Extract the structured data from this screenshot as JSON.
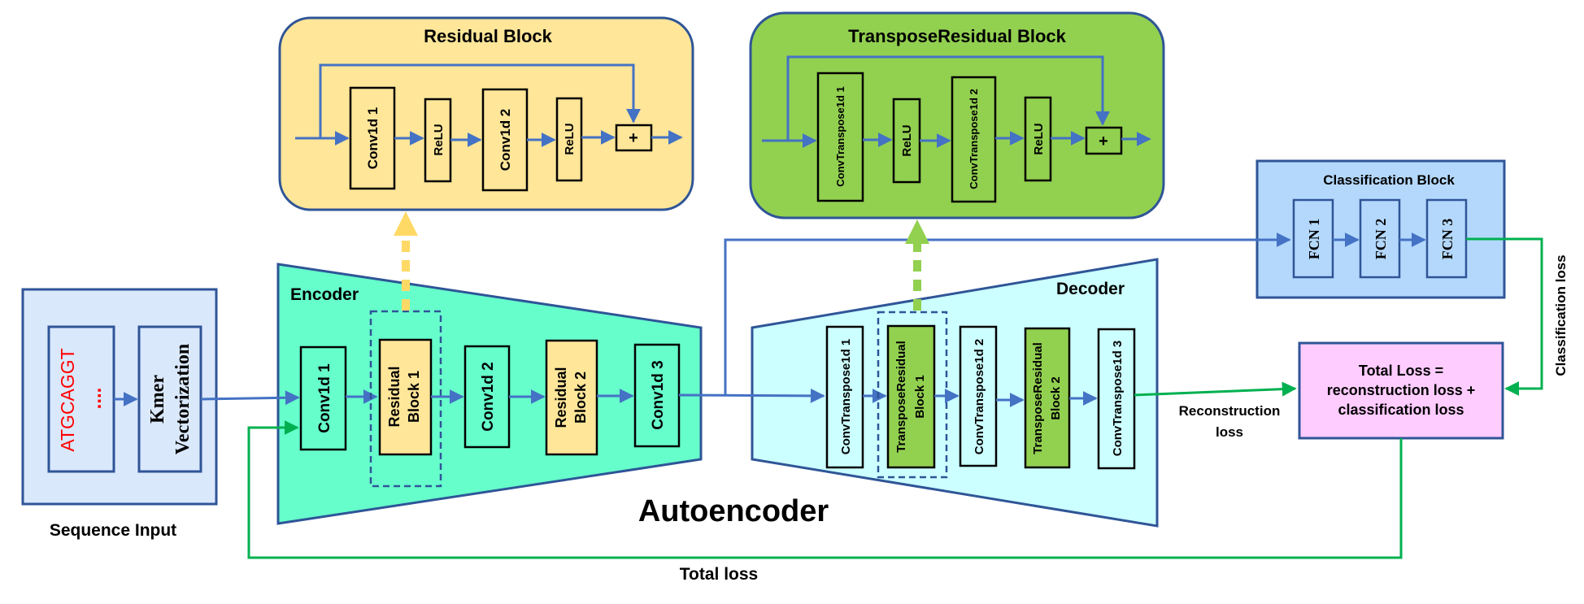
{
  "colors": {
    "blue_arrow": "#4472c4",
    "green_arrow": "#00b050",
    "yellow_fill": "#ffe699",
    "green_fill": "#92d050",
    "encoder_fill": "#66ffcc",
    "decoder_fill": "#ccffff",
    "input_fill": "#dae8fc",
    "class_fill": "#b4d8fc",
    "loss_fill": "#ffccff",
    "border": "#2f5597",
    "sequence_text": "#ff0000"
  },
  "sequence_input": {
    "title": "Sequence Input",
    "sequence": "ATGCAGGT",
    "dots": "....",
    "kmer_line1": "Kmer",
    "kmer_line2": "Vectorization"
  },
  "residual_block": {
    "title": "Residual Block",
    "conv1": "Conv1d 1",
    "relu1": "ReLU",
    "conv2": "Conv1d 2",
    "relu2": "ReLU",
    "plus": "+"
  },
  "transpose_block": {
    "title": "TransposeResidual Block",
    "conv1": "ConvTranspose1d 1",
    "relu1": "ReLU",
    "conv2": "ConvTranspose1d 2",
    "relu2": "ReLU",
    "plus": "+"
  },
  "encoder": {
    "title": "Encoder",
    "conv1": "Conv1d 1",
    "res1_line1": "Residual",
    "res1_line2": "Block 1",
    "conv2": "Conv1d 2",
    "res2_line1": "Residual",
    "res2_line2": "Block 2",
    "conv3": "Conv1d 3"
  },
  "decoder": {
    "title": "Decoder",
    "convt1": "ConvTranspose1d 1",
    "tres1_line1": "TransposeResidual",
    "tres1_line2": "Block 1",
    "convt2": "ConvTranspose1d 2",
    "tres2_line1": "TransposeResidual",
    "tres2_line2": "Block 2",
    "convt3": "ConvTranspose1d 3"
  },
  "autoencoder_label": "Autoencoder",
  "classification_block": {
    "title": "Classification Block",
    "fcn1": "FCN 1",
    "fcn2": "FCN 2",
    "fcn3": "FCN 3"
  },
  "total_loss_box": {
    "line1": "Total Loss =",
    "line2": "reconstruction loss +",
    "line3": "classification loss"
  },
  "labels": {
    "reconstruction_line1": "Reconstruction",
    "reconstruction_line2": "loss",
    "classification_loss": "Classification loss",
    "total_loss": "Total loss"
  }
}
